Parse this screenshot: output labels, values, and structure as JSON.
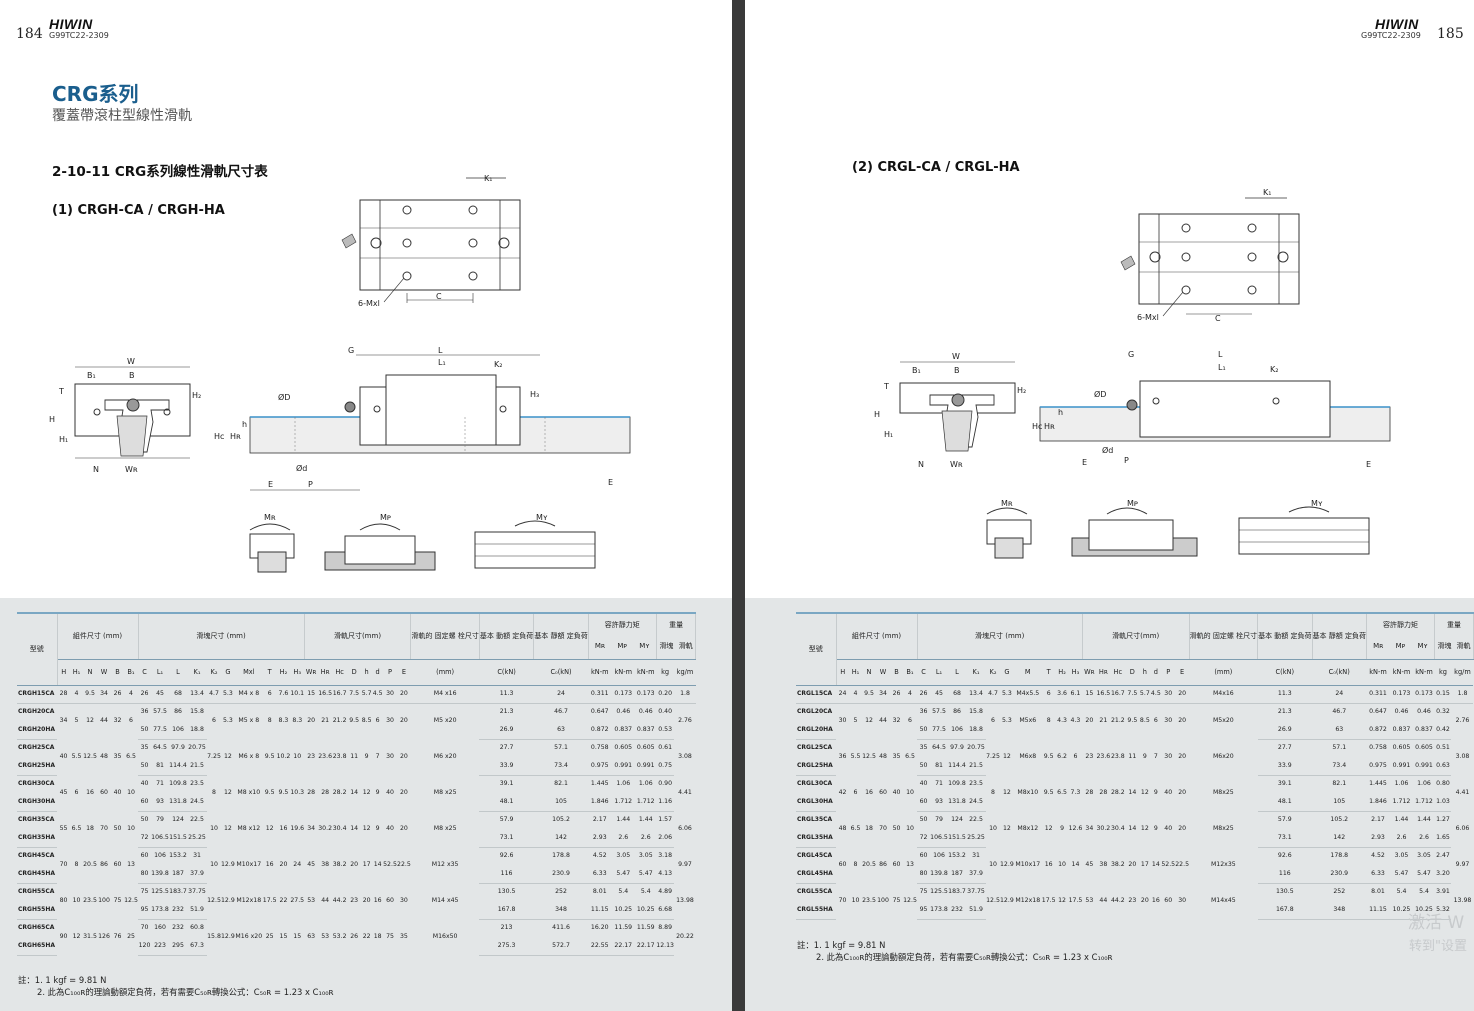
{
  "left_page": {
    "page_number": "184",
    "brand": "HIWIN",
    "doc_code": "G99TC22-2309",
    "series_title": "CRG系列",
    "series_subtitle": "覆蓋帶滾柱型線性滑軌",
    "section_title": "2-10-11 CRG系列線性滑軌尺寸表",
    "subsection_title": "(1) CRGH-CA / CRGH-HA",
    "notes": [
      "註：1.  1 kgf = 9.81 N",
      "2.  此為C₁₀₀ʀ的理論動額定負荷，若有需要C₅₀ʀ轉換公式：C₅₀ʀ = 1.23 x C₁₀₀ʀ"
    ]
  },
  "right_page": {
    "page_number": "185",
    "brand": "HIWIN",
    "doc_code": "G99TC22-2309",
    "subsection_title": "(2) CRGL-CA / CRGL-HA",
    "notes": [
      "註：1.  1 kgf = 9.81 N",
      "2.  此為C₁₀₀ʀ的理論動額定負荷，若有需要C₅₀ʀ轉換公式：C₅₀ʀ = 1.23 x C₁₀₀ʀ"
    ],
    "watermark": "激活 W",
    "watermark2": "转到\"设置"
  },
  "diagram_labels": {
    "k1": "K₁",
    "mxl": "6-Mxl",
    "c": "C",
    "w": "W",
    "b1": "B₁",
    "b": "B",
    "t": "T",
    "h2": "H₂",
    "h": "H",
    "h1": "H₁",
    "n": "N",
    "wr": "Wʀ",
    "g": "G",
    "l": "L",
    "l1": "L₁",
    "k2": "K₂",
    "h3": "H₃",
    "od": "ØD",
    "hc": "Hc",
    "hr": "Hʀ",
    "hh": "h",
    "d": "Ød",
    "e": "E",
    "p": "P",
    "mr": "Mʀ",
    "mp": "Mᴘ",
    "my": "Mʏ"
  },
  "table_header": {
    "model": "型號",
    "assembly": "組件尺寸\n(mm)",
    "block": "滑塊尺寸 (mm)",
    "rail": "滑軌尺寸(mm)",
    "bolt": "滑軌的\n固定螺\n栓尺寸",
    "dyn": "基本\n動額\n定負荷",
    "stat": "基本\n靜額\n定負荷",
    "moment": "容許靜力矩",
    "weight": "重量",
    "mr": "Mʀ",
    "mp": "Mᴘ",
    "my": "Mʏ",
    "wblock": "滑塊",
    "wrail": "滑軌",
    "cols": [
      "H",
      "H₁",
      "N",
      "W",
      "B",
      "B₁",
      "C",
      "L₁",
      "L",
      "K₁",
      "K₂",
      "G",
      "Mxl",
      "T",
      "H₂",
      "H₃",
      "Wʀ",
      "Hʀ",
      "Hᴄ",
      "D",
      "h",
      "d",
      "P",
      "E",
      "(mm)",
      "C(kN)",
      "C₀(kN)",
      "kN-m",
      "kN-m",
      "kN-m",
      "kg",
      "kg/m"
    ],
    "cols_right": [
      "H",
      "H₁",
      "N",
      "W",
      "B",
      "B₁",
      "C",
      "L₁",
      "L",
      "K₁",
      "K₂",
      "G",
      "M",
      "T",
      "H₂",
      "H₃",
      "Wʀ",
      "Hʀ",
      "Hᴄ",
      "D",
      "h",
      "d",
      "P",
      "E",
      "(mm)",
      "C(kN)",
      "C₀(kN)",
      "kN-m",
      "kN-m",
      "kN-m",
      "kg",
      "kg/m"
    ]
  },
  "table_left": [
    {
      "r": [
        [
          "CRGH15CA"
        ],
        [
          "28",
          "4",
          "9.5",
          "34",
          "26",
          "4"
        ],
        [
          "26",
          "45",
          "68",
          "13.4",
          "4.7",
          "5.3",
          "M4 x 8",
          "6",
          "7.6",
          "10.1"
        ],
        [
          "15",
          "16.5",
          "16.7",
          "7.5",
          "5.7",
          "4.5",
          "30",
          "20",
          "M4 x16"
        ],
        [
          "11.3",
          "24",
          "0.311",
          "0.173",
          "0.173",
          "0.20",
          "1.8"
        ]
      ]
    },
    {
      "r": [
        [
          "CRGH20CA",
          "CRGH20HA"
        ],
        [
          "34",
          "5",
          "12",
          "44",
          "32",
          "6"
        ],
        [
          [
            "36",
            "57.5",
            "86",
            "15.8"
          ],
          [
            "50",
            "77.5",
            "106",
            "18.8"
          ]
        ],
        [
          "6",
          "5.3",
          "M5 x 8",
          "8",
          "8.3",
          "8.3"
        ],
        [
          "20",
          "21",
          "21.2",
          "9.5",
          "8.5",
          "6",
          "30",
          "20",
          "M5 x20"
        ],
        [
          [
            "21.3",
            "46.7",
            "0.647",
            "0.46",
            "0.46",
            "0.40"
          ],
          [
            "26.9",
            "63",
            "0.872",
            "0.837",
            "0.837",
            "0.53"
          ]
        ],
        "2.76"
      ]
    },
    {
      "r": [
        [
          "CRGH25CA",
          "CRGH25HA"
        ],
        [
          "40",
          "5.5",
          "12.5",
          "48",
          "35",
          "6.5"
        ],
        [
          [
            "35",
            "64.5",
            "97.9",
            "20.75"
          ],
          [
            "50",
            "81",
            "114.4",
            "21.5"
          ]
        ],
        [
          "7.25",
          "12",
          "M6 x 8",
          "9.5",
          "10.2",
          "10"
        ],
        [
          "23",
          "23.6",
          "23.8",
          "11",
          "9",
          "7",
          "30",
          "20",
          "M6 x20"
        ],
        [
          [
            "27.7",
            "57.1",
            "0.758",
            "0.605",
            "0.605",
            "0.61"
          ],
          [
            "33.9",
            "73.4",
            "0.975",
            "0.991",
            "0.991",
            "0.75"
          ]
        ],
        "3.08"
      ]
    },
    {
      "r": [
        [
          "CRGH30CA",
          "CRGH30HA"
        ],
        [
          "45",
          "6",
          "16",
          "60",
          "40",
          "10"
        ],
        [
          [
            "40",
            "71",
            "109.8",
            "23.5"
          ],
          [
            "60",
            "93",
            "131.8",
            "24.5"
          ]
        ],
        [
          "8",
          "12",
          "M8 x10",
          "9.5",
          "9.5",
          "10.3"
        ],
        [
          "28",
          "28",
          "28.2",
          "14",
          "12",
          "9",
          "40",
          "20",
          "M8 x25"
        ],
        [
          [
            "39.1",
            "82.1",
            "1.445",
            "1.06",
            "1.06",
            "0.90"
          ],
          [
            "48.1",
            "105",
            "1.846",
            "1.712",
            "1.712",
            "1.16"
          ]
        ],
        "4.41"
      ]
    },
    {
      "r": [
        [
          "CRGH35CA",
          "CRGH35HA"
        ],
        [
          "55",
          "6.5",
          "18",
          "70",
          "50",
          "10"
        ],
        [
          [
            "50",
            "79",
            "124",
            "22.5"
          ],
          [
            "72",
            "106.5",
            "151.5",
            "25.25"
          ]
        ],
        [
          "10",
          "12",
          "M8 x12",
          "12",
          "16",
          "19.6"
        ],
        [
          "34",
          "30.2",
          "30.4",
          "14",
          "12",
          "9",
          "40",
          "20",
          "M8 x25"
        ],
        [
          [
            "57.9",
            "105.2",
            "2.17",
            "1.44",
            "1.44",
            "1.57"
          ],
          [
            "73.1",
            "142",
            "2.93",
            "2.6",
            "2.6",
            "2.06"
          ]
        ],
        "6.06"
      ]
    },
    {
      "r": [
        [
          "CRGH45CA",
          "CRGH45HA"
        ],
        [
          "70",
          "8",
          "20.5",
          "86",
          "60",
          "13"
        ],
        [
          [
            "60",
            "106",
            "153.2",
            "31"
          ],
          [
            "80",
            "139.8",
            "187",
            "37.9"
          ]
        ],
        [
          "10",
          "12.9",
          "M10x17",
          "16",
          "20",
          "24"
        ],
        [
          "45",
          "38",
          "38.2",
          "20",
          "17",
          "14",
          "52.5",
          "22.5",
          "M12 x35"
        ],
        [
          [
            "92.6",
            "178.8",
            "4.52",
            "3.05",
            "3.05",
            "3.18"
          ],
          [
            "116",
            "230.9",
            "6.33",
            "5.47",
            "5.47",
            "4.13"
          ]
        ],
        "9.97"
      ]
    },
    {
      "r": [
        [
          "CRGH55CA",
          "CRGH55HA"
        ],
        [
          "80",
          "10",
          "23.5",
          "100",
          "75",
          "12.5"
        ],
        [
          [
            "75",
            "125.5",
            "183.7",
            "37.75"
          ],
          [
            "95",
            "173.8",
            "232",
            "51.9"
          ]
        ],
        [
          "12.5",
          "12.9",
          "M12x18",
          "17.5",
          "22",
          "27.5"
        ],
        [
          "53",
          "44",
          "44.2",
          "23",
          "20",
          "16",
          "60",
          "30",
          "M14 x45"
        ],
        [
          [
            "130.5",
            "252",
            "8.01",
            "5.4",
            "5.4",
            "4.89"
          ],
          [
            "167.8",
            "348",
            "11.15",
            "10.25",
            "10.25",
            "6.68"
          ]
        ],
        "13.98"
      ]
    },
    {
      "r": [
        [
          "CRGH65CA",
          "CRGH65HA"
        ],
        [
          "90",
          "12",
          "31.5",
          "126",
          "76",
          "25"
        ],
        [
          [
            "70",
            "160",
            "232",
            "60.8"
          ],
          [
            "120",
            "223",
            "295",
            "67.3"
          ]
        ],
        [
          "15.8",
          "12.9",
          "M16 x20",
          "25",
          "15",
          "15"
        ],
        [
          "63",
          "53",
          "53.2",
          "26",
          "22",
          "18",
          "75",
          "35",
          "M16x50"
        ],
        [
          [
            "213",
            "411.6",
            "16.20",
            "11.59",
            "11.59",
            "8.89"
          ],
          [
            "275.3",
            "572.7",
            "22.55",
            "22.17",
            "22.17",
            "12.13"
          ]
        ],
        "20.22"
      ]
    }
  ],
  "table_right": [
    {
      "r": [
        [
          "CRGL15CA"
        ],
        [
          "24",
          "4",
          "9.5",
          "34",
          "26",
          "4"
        ],
        [
          "26",
          "45",
          "68",
          "13.4",
          "4.7",
          "5.3",
          "M4x5.5",
          "6",
          "3.6",
          "6.1"
        ],
        [
          "15",
          "16.5",
          "16.7",
          "7.5",
          "5.7",
          "4.5",
          "30",
          "20",
          "M4x16"
        ],
        [
          "11.3",
          "24",
          "0.311",
          "0.173",
          "0.173",
          "0.15",
          "1.8"
        ]
      ]
    },
    {
      "r": [
        [
          "CRGL20CA",
          "CRGL20HA"
        ],
        [
          "30",
          "5",
          "12",
          "44",
          "32",
          "6"
        ],
        [
          [
            "36",
            "57.5",
            "86",
            "15.8"
          ],
          [
            "50",
            "77.5",
            "106",
            "18.8"
          ]
        ],
        [
          "6",
          "5.3",
          "M5x6",
          "8",
          "4.3",
          "4.3"
        ],
        [
          "20",
          "21",
          "21.2",
          "9.5",
          "8.5",
          "6",
          "30",
          "20",
          "M5x20"
        ],
        [
          [
            "21.3",
            "46.7",
            "0.647",
            "0.46",
            "0.46",
            "0.32"
          ],
          [
            "26.9",
            "63",
            "0.872",
            "0.837",
            "0.837",
            "0.42"
          ]
        ],
        "2.76"
      ]
    },
    {
      "r": [
        [
          "CRGL25CA",
          "CRGL25HA"
        ],
        [
          "36",
          "5.5",
          "12.5",
          "48",
          "35",
          "6.5"
        ],
        [
          [
            "35",
            "64.5",
            "97.9",
            "20.75"
          ],
          [
            "50",
            "81",
            "114.4",
            "21.5"
          ]
        ],
        [
          "7.25",
          "12",
          "M6x8",
          "9.5",
          "6.2",
          "6"
        ],
        [
          "23",
          "23.6",
          "23.8",
          "11",
          "9",
          "7",
          "30",
          "20",
          "M6x20"
        ],
        [
          [
            "27.7",
            "57.1",
            "0.758",
            "0.605",
            "0.605",
            "0.51"
          ],
          [
            "33.9",
            "73.4",
            "0.975",
            "0.991",
            "0.991",
            "0.63"
          ]
        ],
        "3.08"
      ]
    },
    {
      "r": [
        [
          "CRGL30CA",
          "CRGL30HA"
        ],
        [
          "42",
          "6",
          "16",
          "60",
          "40",
          "10"
        ],
        [
          [
            "40",
            "71",
            "109.8",
            "23.5"
          ],
          [
            "60",
            "93",
            "131.8",
            "24.5"
          ]
        ],
        [
          "8",
          "12",
          "M8x10",
          "9.5",
          "6.5",
          "7.3"
        ],
        [
          "28",
          "28",
          "28.2",
          "14",
          "12",
          "9",
          "40",
          "20",
          "M8x25"
        ],
        [
          [
            "39.1",
            "82.1",
            "1.445",
            "1.06",
            "1.06",
            "0.80"
          ],
          [
            "48.1",
            "105",
            "1.846",
            "1.712",
            "1.712",
            "1.03"
          ]
        ],
        "4.41"
      ]
    },
    {
      "r": [
        [
          "CRGL35CA",
          "CRGL35HA"
        ],
        [
          "48",
          "6.5",
          "18",
          "70",
          "50",
          "10"
        ],
        [
          [
            "50",
            "79",
            "124",
            "22.5"
          ],
          [
            "72",
            "106.5",
            "151.5",
            "25.25"
          ]
        ],
        [
          "10",
          "12",
          "M8x12",
          "12",
          "9",
          "12.6"
        ],
        [
          "34",
          "30.2",
          "30.4",
          "14",
          "12",
          "9",
          "40",
          "20",
          "M8x25"
        ],
        [
          [
            "57.9",
            "105.2",
            "2.17",
            "1.44",
            "1.44",
            "1.27"
          ],
          [
            "73.1",
            "142",
            "2.93",
            "2.6",
            "2.6",
            "1.65"
          ]
        ],
        "6.06"
      ]
    },
    {
      "r": [
        [
          "CRGL45CA",
          "CRGL45HA"
        ],
        [
          "60",
          "8",
          "20.5",
          "86",
          "60",
          "13"
        ],
        [
          [
            "60",
            "106",
            "153.2",
            "31"
          ],
          [
            "80",
            "139.8",
            "187",
            "37.9"
          ]
        ],
        [
          "10",
          "12.9",
          "M10x17",
          "16",
          "10",
          "14"
        ],
        [
          "45",
          "38",
          "38.2",
          "20",
          "17",
          "14",
          "52.5",
          "22.5",
          "M12x35"
        ],
        [
          [
            "92.6",
            "178.8",
            "4.52",
            "3.05",
            "3.05",
            "2.47"
          ],
          [
            "116",
            "230.9",
            "6.33",
            "5.47",
            "5.47",
            "3.20"
          ]
        ],
        "9.97"
      ]
    },
    {
      "r": [
        [
          "CRGL55CA",
          "CRGL55HA"
        ],
        [
          "70",
          "10",
          "23.5",
          "100",
          "75",
          "12.5"
        ],
        [
          [
            "75",
            "125.5",
            "183.7",
            "37.75"
          ],
          [
            "95",
            "173.8",
            "232",
            "51.9"
          ]
        ],
        [
          "12.5",
          "12.9",
          "M12x18",
          "17.5",
          "12",
          "17.5"
        ],
        [
          "53",
          "44",
          "44.2",
          "23",
          "20",
          "16",
          "60",
          "30",
          "M14x45"
        ],
        [
          [
            "130.5",
            "252",
            "8.01",
            "5.4",
            "5.4",
            "3.91"
          ],
          [
            "167.8",
            "348",
            "11.15",
            "10.25",
            "10.25",
            "5.32"
          ]
        ],
        "13.98"
      ]
    }
  ]
}
